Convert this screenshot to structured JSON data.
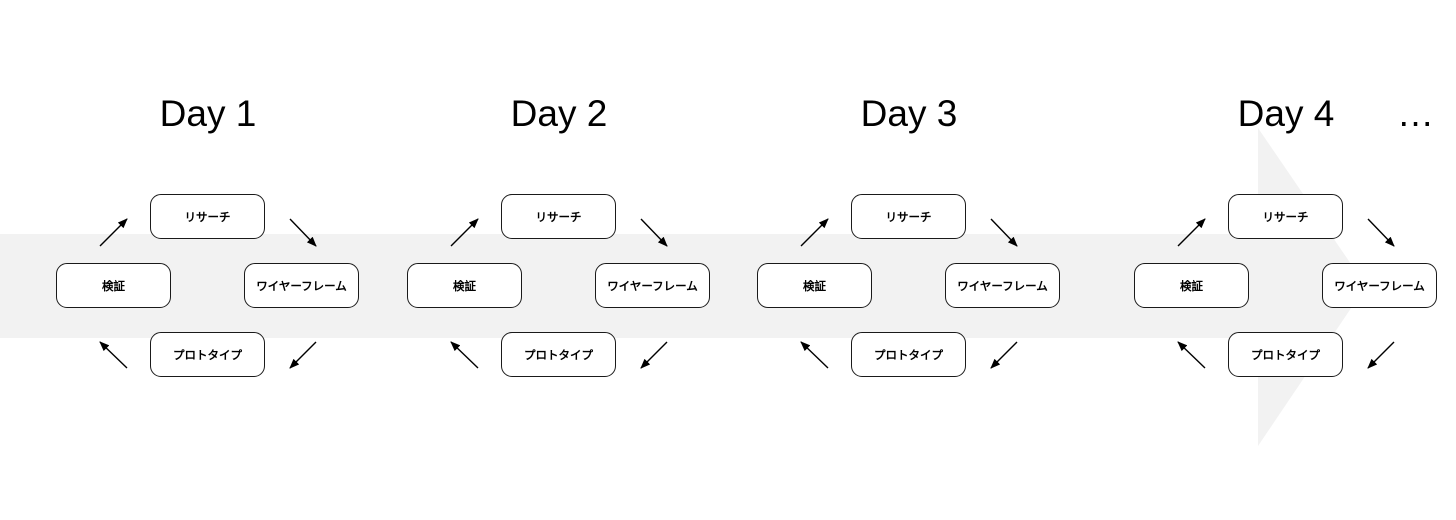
{
  "background_arrow": {
    "fill": "#f2f2f2"
  },
  "ellipsis": "…",
  "days": [
    {
      "title": "Day 1",
      "nodes": {
        "research": "リサーチ",
        "wireframe": "ワイヤーフレーム",
        "prototype": "プロトタイプ",
        "verify": "検証"
      }
    },
    {
      "title": "Day 2",
      "nodes": {
        "research": "リサーチ",
        "wireframe": "ワイヤーフレーム",
        "prototype": "プロトタイプ",
        "verify": "検証"
      }
    },
    {
      "title": "Day 3",
      "nodes": {
        "research": "リサーチ",
        "wireframe": "ワイヤーフレーム",
        "prototype": "プロトタイプ",
        "verify": "検証"
      }
    },
    {
      "title": "Day 4",
      "nodes": {
        "research": "リサーチ",
        "wireframe": "ワイヤーフレーム",
        "prototype": "プロトタイプ",
        "verify": "検証"
      }
    }
  ]
}
